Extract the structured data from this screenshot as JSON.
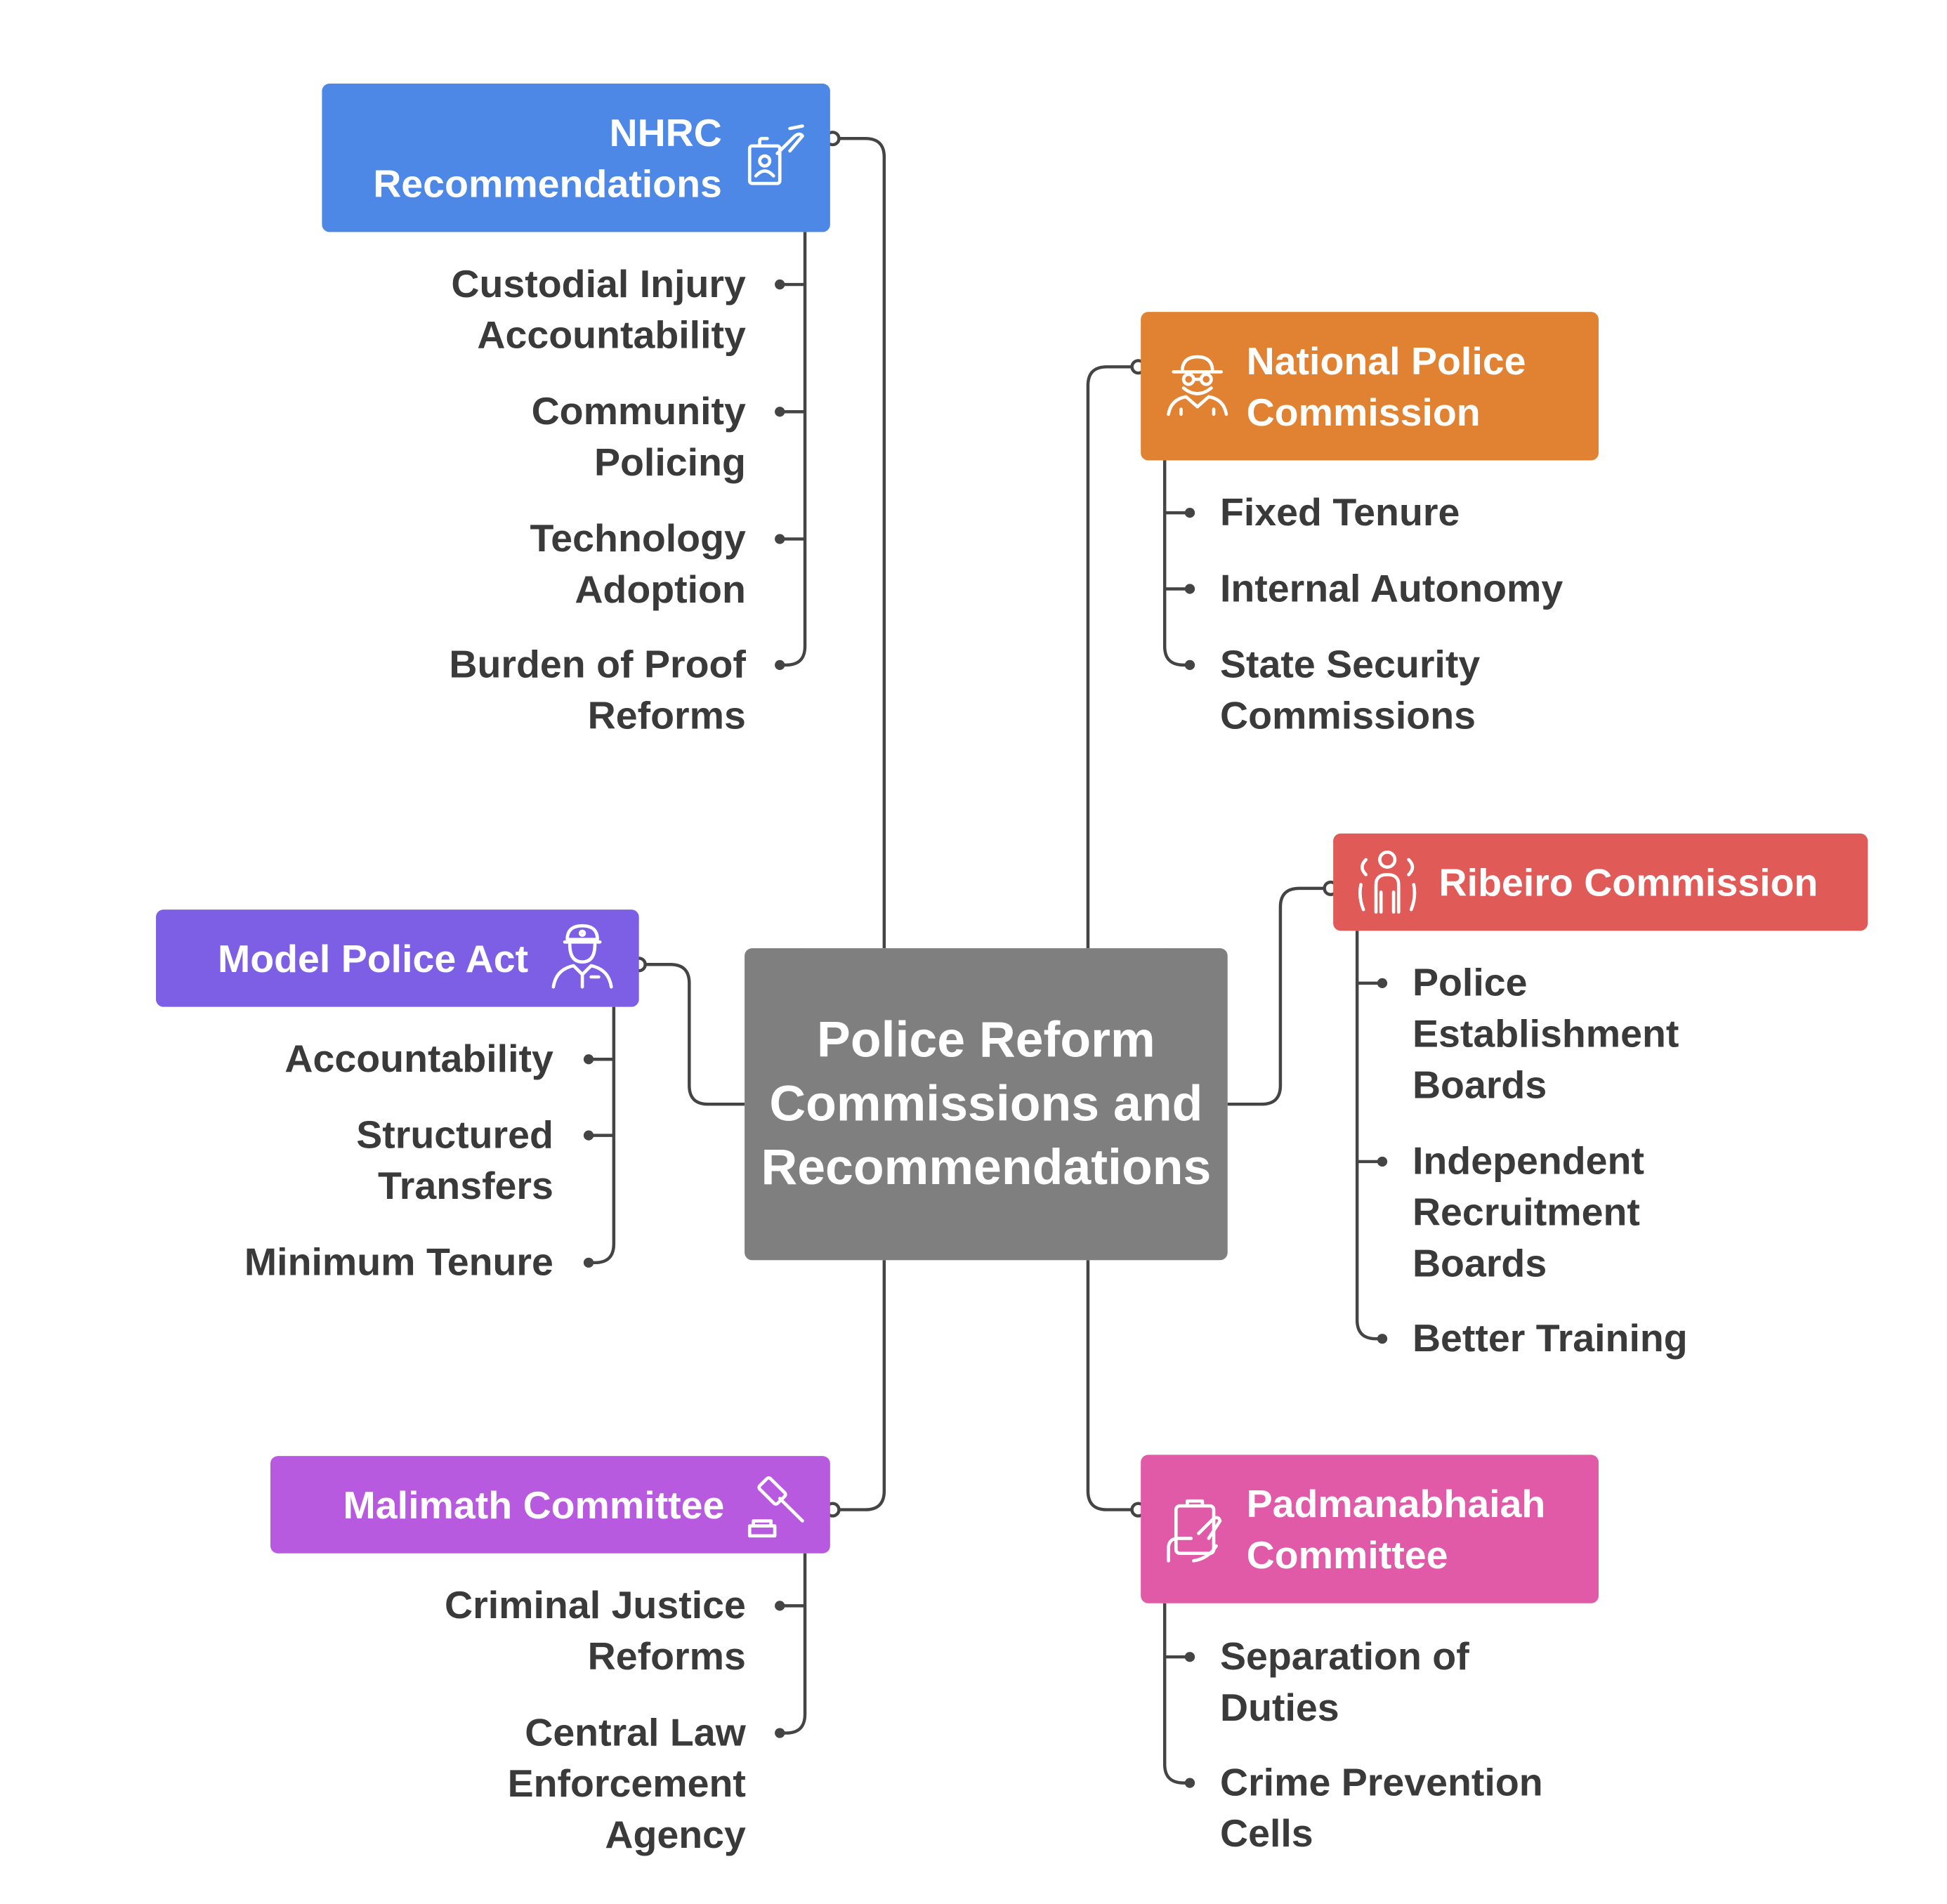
{
  "center": {
    "title_line1": "Police Reform",
    "title_line2": "Commissions and",
    "title_line3": "Recommendations"
  },
  "colors": {
    "nhrc": "#4d88e6",
    "npc": "#e08232",
    "ribeiro": "#e05a58",
    "mpa": "#7d5fe6",
    "malimath": "#b85ae0",
    "padma": "#e05aa8",
    "center": "#7f7f7f",
    "line": "#444444"
  },
  "branches": {
    "nhrc": {
      "title_line1": "NHRC",
      "title_line2": "Recommendations",
      "icon": "id-card-hand-icon",
      "items": [
        {
          "line1": "Custodial Injury",
          "line2": "Accountability"
        },
        {
          "line1": "Community",
          "line2": "Policing"
        },
        {
          "line1": "Technology",
          "line2": "Adoption"
        },
        {
          "line1": "Burden of Proof",
          "line2": "Reforms"
        }
      ]
    },
    "npc": {
      "title_line1": "National Police",
      "title_line2": "Commission",
      "icon": "detective-icon",
      "items": [
        {
          "line1": "Fixed Tenure"
        },
        {
          "line1": "Internal Autonomy"
        },
        {
          "line1": "State Security",
          "line2": "Commissions"
        }
      ]
    },
    "ribeiro": {
      "title_line1": "Ribeiro Commission",
      "icon": "group-people-icon",
      "items": [
        {
          "line1": "Police",
          "line2": "Establishment",
          "line3": "Boards"
        },
        {
          "line1": "Independent",
          "line2": "Recruitment",
          "line3": "Boards"
        },
        {
          "line1": "Better Training"
        }
      ]
    },
    "mpa": {
      "title_line1": "Model Police Act",
      "icon": "police-officer-icon",
      "items": [
        {
          "line1": "Accountability"
        },
        {
          "line1": "Structured",
          "line2": "Transfers"
        },
        {
          "line1": "Minimum Tenure"
        }
      ]
    },
    "malimath": {
      "title_line1": "Malimath Committee",
      "icon": "gavel-icon",
      "items": [
        {
          "line1": "Criminal Justice",
          "line2": "Reforms"
        },
        {
          "line1": "Central Law",
          "line2": "Enforcement",
          "line3": "Agency"
        }
      ]
    },
    "padma": {
      "title_line1": "Padmanabhaiah",
      "title_line2": "Committee",
      "icon": "clipboard-hand-icon",
      "items": [
        {
          "line1": "Separation of",
          "line2": "Duties"
        },
        {
          "line1": "Crime Prevention",
          "line2": "Cells"
        }
      ]
    }
  }
}
